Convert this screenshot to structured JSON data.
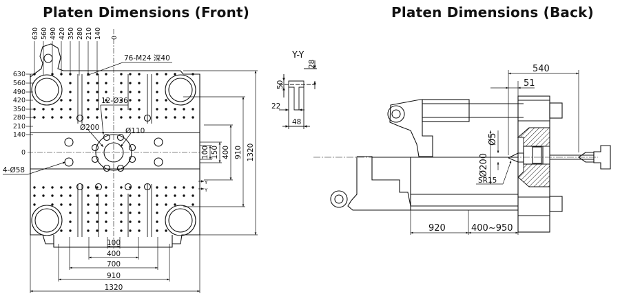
{
  "titles": {
    "front": "Platen Dimensions (Front)",
    "back": "Platen Dimensions (Back)"
  },
  "front": {
    "top_scale": [
      "630",
      "560",
      "490",
      "420",
      "350",
      "280",
      "210",
      "140"
    ],
    "top_zero": "0",
    "left_scale": [
      "630",
      "560",
      "490",
      "420",
      "350",
      "280",
      "210",
      "140"
    ],
    "left_zero": "0",
    "tap_callout": "76-M24  深40",
    "hole_callout": "12-Ø36",
    "pin_callout": "4-Ø58",
    "ring_outer": "Ø200",
    "ring_inner": "Ø110",
    "bottom_dims": [
      "100",
      "400",
      "700",
      "910",
      "1320"
    ],
    "right_dims": [
      "100",
      "150",
      "400",
      "910",
      "1320"
    ],
    "section_mark": "Y"
  },
  "section": {
    "label": "Y-Y",
    "dims": [
      "28",
      "50",
      "22",
      "48"
    ]
  },
  "back": {
    "top_dims": [
      "540",
      "51"
    ],
    "vertical_dims": [
      "Ø200",
      "Ø5"
    ],
    "radius": "SR15",
    "bottom_dims": [
      "920",
      "400~950"
    ]
  },
  "colors": {
    "line": "#111111",
    "hatch": "#111111",
    "background": "#ffffff"
  }
}
